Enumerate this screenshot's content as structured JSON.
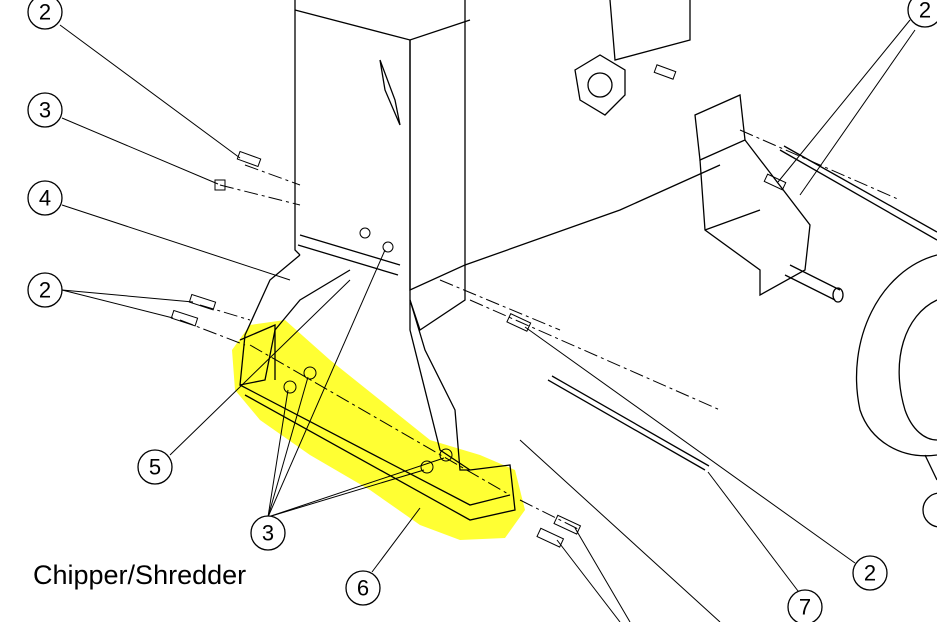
{
  "caption": "Chipper/Shredder",
  "highlight_color": "#ffff33",
  "callouts": [
    {
      "label": "2"
    },
    {
      "label": "3"
    },
    {
      "label": "4"
    },
    {
      "label": "2"
    },
    {
      "label": "5"
    },
    {
      "label": "3"
    },
    {
      "label": "6"
    },
    {
      "label": "2"
    },
    {
      "label": "7"
    },
    {
      "label": "2"
    }
  ]
}
